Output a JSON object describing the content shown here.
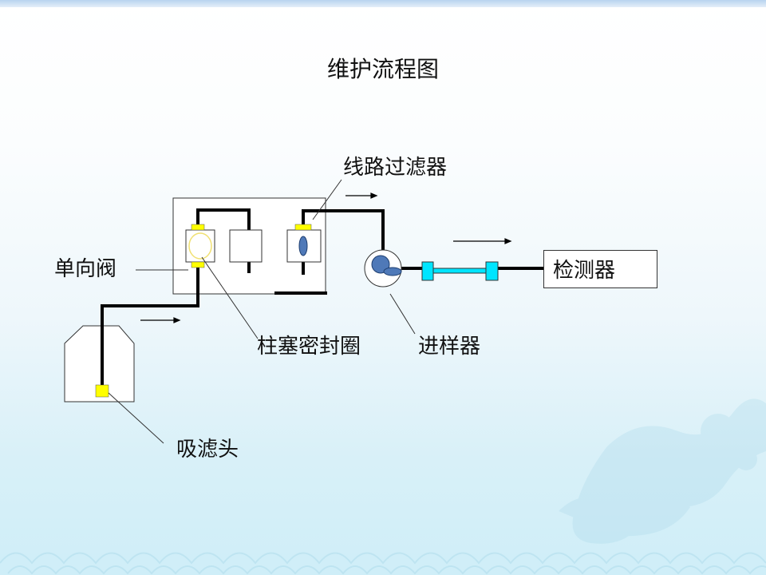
{
  "slide": {
    "title": "维护流程图"
  },
  "labels": {
    "line_filter": "线路过滤器",
    "check_valve": "单向阀",
    "piston_seal": "柱塞密封圈",
    "injector": "进样器",
    "suction_filter": "吸滤头",
    "detector": "检测器"
  },
  "colors": {
    "tube": "#000000",
    "filter_yellow": "#ffff00",
    "connector_cyan": "#00e5ff",
    "injector_blue": "#4f79b8",
    "background_top": "#ffffff",
    "background_bottom": "#cfeef8"
  }
}
